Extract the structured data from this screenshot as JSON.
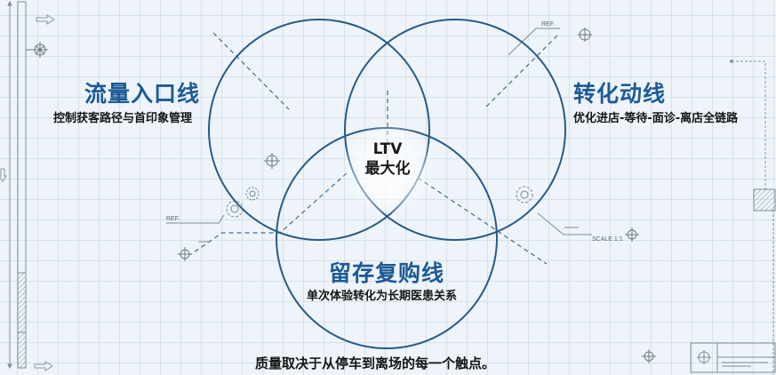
{
  "diagram": {
    "type": "venn",
    "colors": {
      "circle_stroke": "#275a88",
      "title": "#1d5a96",
      "text": "#151515",
      "grid": "#d6e1ea",
      "background": "#eef4f9"
    },
    "center": {
      "line1": "LTV",
      "line2": "最大化"
    },
    "sets": [
      {
        "id": "traffic",
        "title": "流量入口线",
        "subtitle": "控制获客路径与首印象管理"
      },
      {
        "id": "conversion",
        "title": "转化动线",
        "subtitle": "优化进店-等待-面诊-离店全链路"
      },
      {
        "id": "retention",
        "title": "留存复购线",
        "subtitle": "单次体验转化为长期医患关系"
      }
    ],
    "footer": "质量取决于从停车到离场的每一个触点。",
    "annotations": {
      "ref_top_right": "REF.",
      "ref_left": "REF.",
      "scale": "SCALE 1:1"
    }
  }
}
